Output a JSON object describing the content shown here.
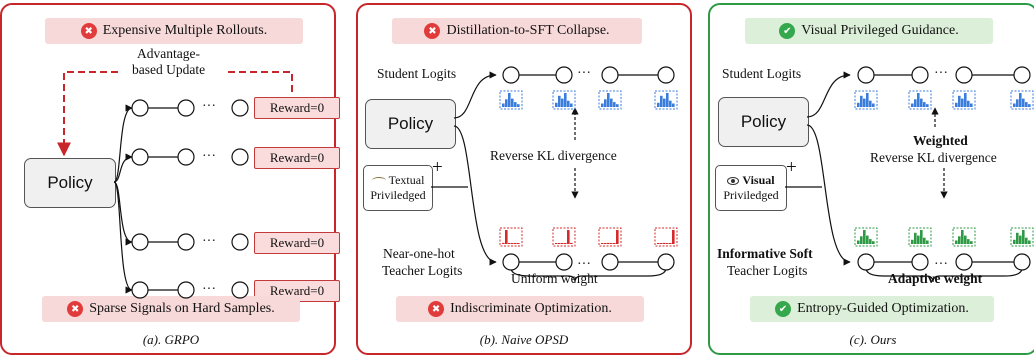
{
  "panels": {
    "grpo": {
      "top_banner": "Expensive Multiple Rollouts.",
      "update_label_1": "Advantage-",
      "update_label_2": "based Update",
      "policy": "Policy",
      "reward": "Reward=0",
      "bottom_banner": "Sparse Signals on Hard Samples.",
      "caption": "(a). GRPO"
    },
    "opsd": {
      "top_banner": "Distillation-to-SFT Collapse.",
      "student_logits": "Student Logits",
      "policy": "Policy",
      "priv_line1": "Textual",
      "priv_line2": "Priviledged",
      "plus": "+",
      "divergence": "Reverse KL divergence",
      "teacher_line1": "Near-one-hot",
      "teacher_line2": "Teacher Logits",
      "weight": "Uniform weight",
      "bottom_banner": "Indiscriminate Optimization.",
      "caption": "(b). Naive OPSD"
    },
    "ours": {
      "top_banner": "Visual Privileged Guidance.",
      "student_logits": "Student Logits",
      "policy": "Policy",
      "priv_line1": "Visual",
      "priv_line2": "Priviledged",
      "plus": "+",
      "weighted": "Weighted",
      "divergence": "Reverse KL divergence",
      "teacher_line1": "Informative Soft",
      "teacher_line2": "Teacher Logits",
      "weight": "Adaptive weight",
      "bottom_banner": "Entropy-Guided Optimization.",
      "caption": "(c). Ours"
    }
  },
  "ellipsis": "···",
  "icons": {
    "cross": "✖",
    "check": "✔"
  },
  "colors": {
    "red_border": "#c8262b",
    "green_border": "#2e9a45",
    "student_bars": "#3b7ddd",
    "teacher_bars_naive": "#d42a2a",
    "teacher_bars_ours": "#2f9a44"
  }
}
